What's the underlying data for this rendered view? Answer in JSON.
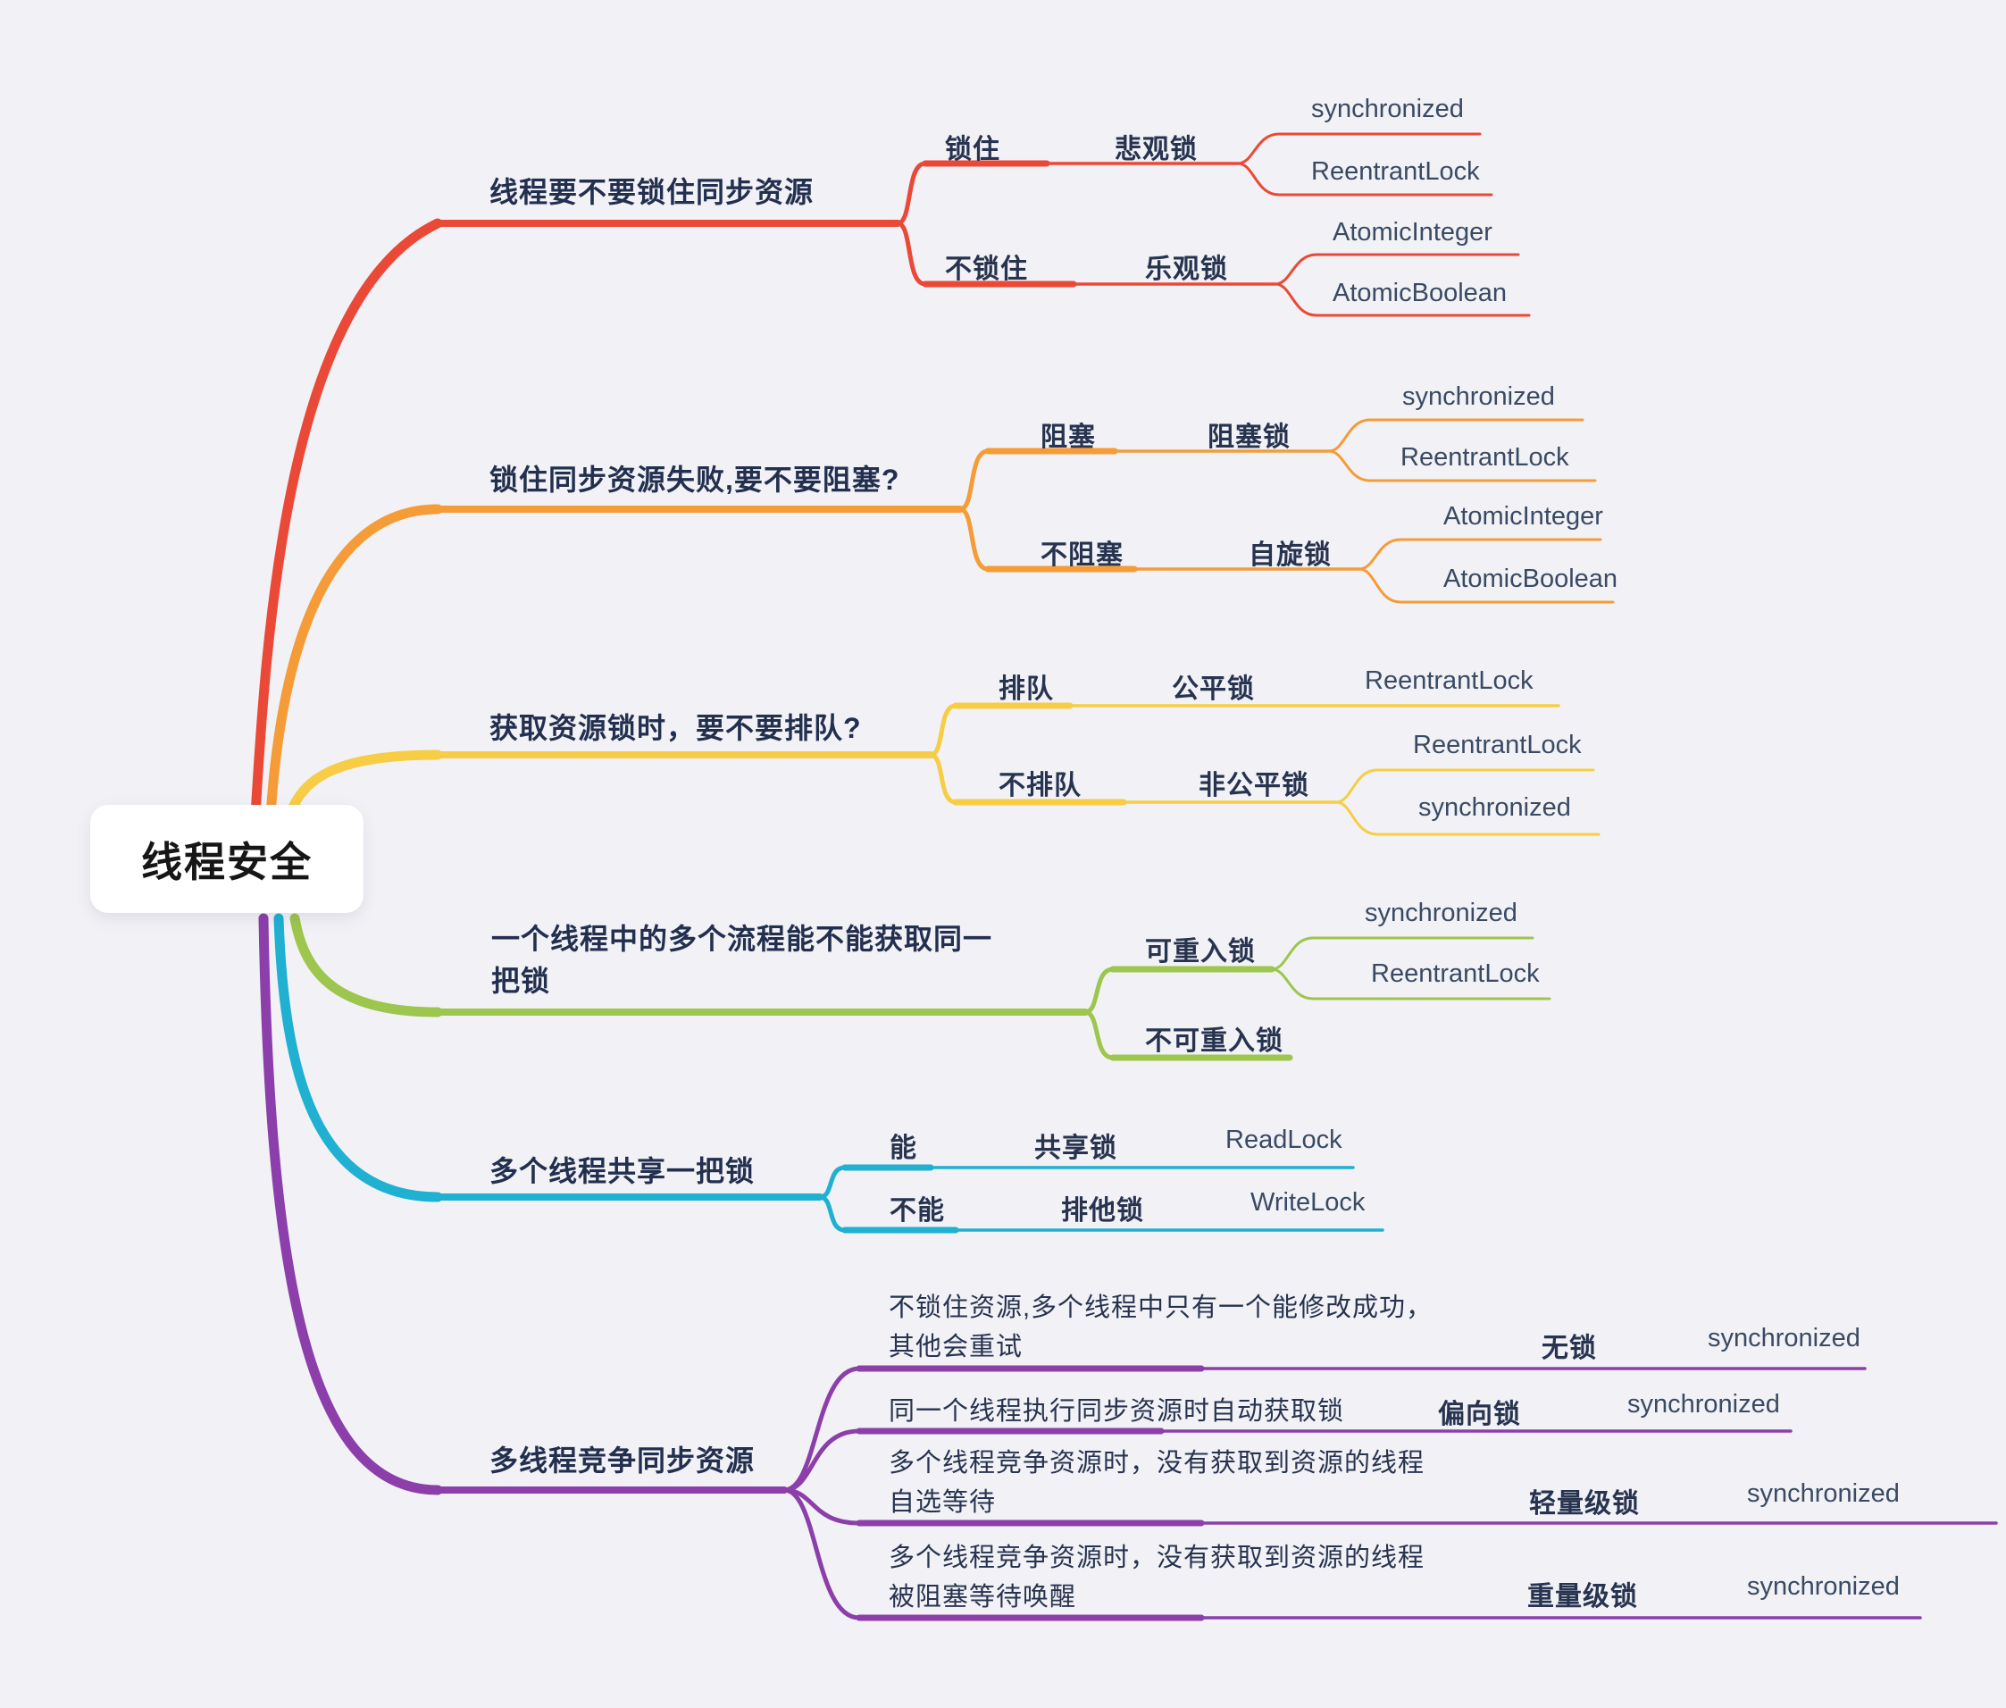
{
  "palette": {
    "background": "#F2F2F6",
    "root_background": "#FFFFFF",
    "topic_text": "#232F4F",
    "leaf_text": "#3A4A63"
  },
  "mindmap": {
    "root": {
      "label": "线程安全"
    },
    "branches": [
      {
        "label": "线程要不要锁住同步资源",
        "color": "#EA4937",
        "children": [
          {
            "label": "锁住",
            "children": [
              {
                "label": "悲观锁",
                "children": [
                  {
                    "label": "synchronized"
                  },
                  {
                    "label": "ReentrantLock"
                  }
                ]
              }
            ]
          },
          {
            "label": "不锁住",
            "children": [
              {
                "label": "乐观锁",
                "children": [
                  {
                    "label": "AtomicInteger"
                  },
                  {
                    "label": "AtomicBoolean"
                  }
                ]
              }
            ]
          }
        ]
      },
      {
        "label": "锁住同步资源失败,要不要阻塞?",
        "color": "#F59C38",
        "children": [
          {
            "label": "阻塞",
            "children": [
              {
                "label": "阻塞锁",
                "children": [
                  {
                    "label": "synchronized"
                  },
                  {
                    "label": "ReentrantLock"
                  }
                ]
              }
            ]
          },
          {
            "label": "不阻塞",
            "children": [
              {
                "label": "自旋锁",
                "children": [
                  {
                    "label": "AtomicInteger"
                  },
                  {
                    "label": "AtomicBoolean"
                  }
                ]
              }
            ]
          }
        ]
      },
      {
        "label": "获取资源锁时，要不要排队?",
        "color": "#F7CD45",
        "children": [
          {
            "label": "排队",
            "children": [
              {
                "label": "公平锁",
                "children": [
                  {
                    "label": "ReentrantLock"
                  }
                ]
              }
            ]
          },
          {
            "label": "不排队",
            "children": [
              {
                "label": "非公平锁",
                "children": [
                  {
                    "label": "ReentrantLock"
                  },
                  {
                    "label": "synchronized"
                  }
                ]
              }
            ]
          }
        ]
      },
      {
        "label": "一个线程中的多个流程能不能获取同一把锁",
        "color": "#9DC64E",
        "children": [
          {
            "label": "可重入锁",
            "children": [
              {
                "label": "synchronized"
              },
              {
                "label": "ReentrantLock"
              }
            ]
          },
          {
            "label": "不可重入锁",
            "children": []
          }
        ]
      },
      {
        "label": "多个线程共享一把锁",
        "color": "#1FB0D2",
        "children": [
          {
            "label": "能",
            "children": [
              {
                "label": "共享锁",
                "children": [
                  {
                    "label": "ReadLock"
                  }
                ]
              }
            ]
          },
          {
            "label": "不能",
            "children": [
              {
                "label": "排他锁",
                "children": [
                  {
                    "label": "WriteLock"
                  }
                ]
              }
            ]
          }
        ]
      },
      {
        "label": "多线程竞争同步资源",
        "color": "#8C3FAB",
        "children": [
          {
            "label": "不锁住资源,多个线程中只有一个能修改成功，其他会重试",
            "children": [
              {
                "label": "无锁",
                "children": [
                  {
                    "label": "synchronized"
                  }
                ]
              }
            ]
          },
          {
            "label": "同一个线程执行同步资源时自动获取锁",
            "children": [
              {
                "label": "偏向锁",
                "children": [
                  {
                    "label": "synchronized"
                  }
                ]
              }
            ]
          },
          {
            "label": "多个线程竞争资源时，没有获取到资源的线程自选等待",
            "children": [
              {
                "label": "轻量级锁",
                "children": [
                  {
                    "label": "synchronized"
                  }
                ]
              }
            ]
          },
          {
            "label": "多个线程竞争资源时，没有获取到资源的线程被阻塞等待唤醒",
            "children": [
              {
                "label": "重量级锁",
                "children": [
                  {
                    "label": "synchronized"
                  }
                ]
              }
            ]
          }
        ]
      }
    ]
  }
}
